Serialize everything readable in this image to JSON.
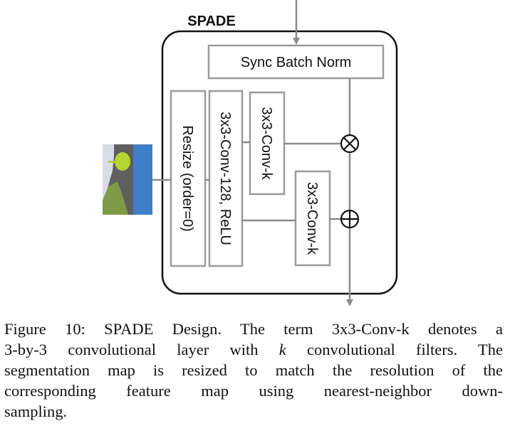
{
  "diagram": {
    "title": "SPADE",
    "boxes": {
      "sync_batch_norm": "Sync Batch Norm",
      "resize": "Resize (order=0)",
      "conv128": "3x3-Conv-128, ReLU",
      "conv_k_top": "3x3-Conv-k",
      "conv_k_bottom": "3x3-Conv-k"
    },
    "ops": {
      "multiply": "⊗",
      "add": "⊕"
    },
    "colors": {
      "box_stroke": "#9a9a9a",
      "outer_stroke": "#111111",
      "seg_blue": "#3f7fc8",
      "seg_gray": "#5f5f5f",
      "seg_green": "#7f9a46",
      "seg_lime": "#b7d334",
      "seg_light": "#d9dbe6"
    }
  },
  "caption": {
    "line1a": "Figure 10: SPADE Design. The term 3x3-Conv-k denotes a",
    "line2a": "3-by-3 convolutional layer with ",
    "line2k": "k",
    "line2b": " convolutional filters. The",
    "line3": "segmentation map is resized to match the resolution of the",
    "line4": "corresponding feature map using nearest-neighbor down-",
    "line5": "sampling."
  }
}
